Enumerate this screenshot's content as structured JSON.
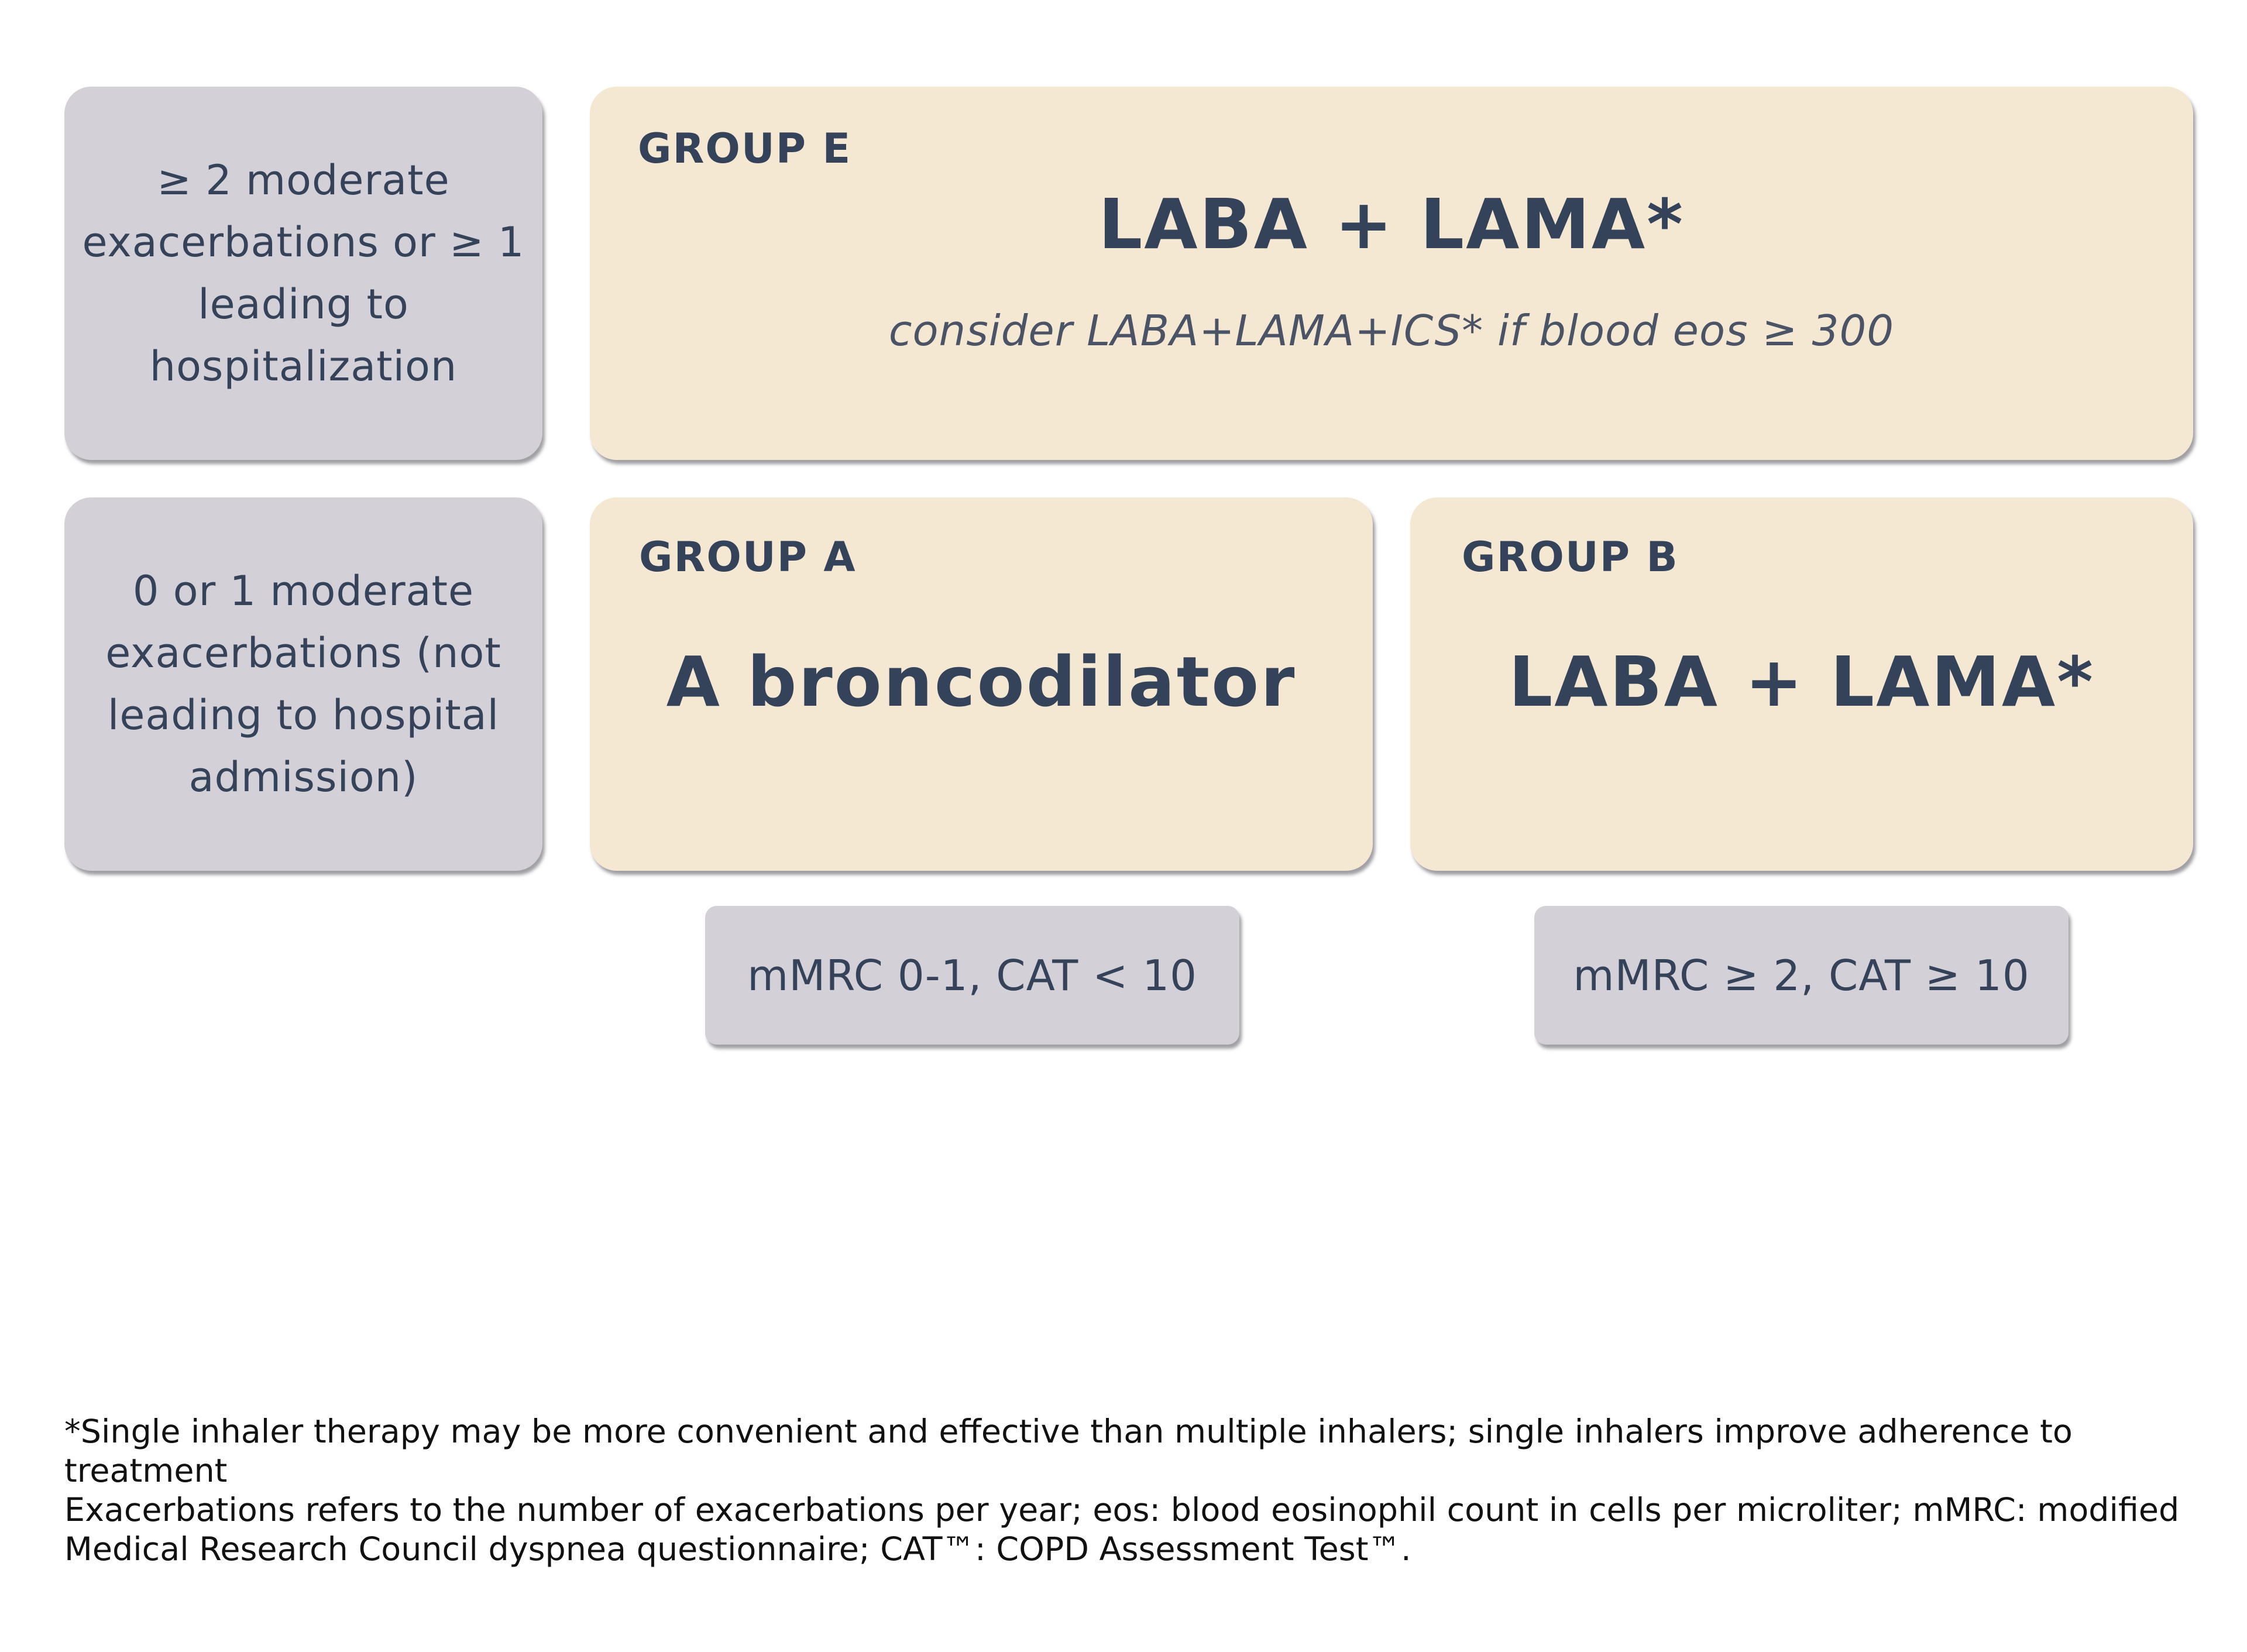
{
  "rows": {
    "high_exacerbation": "≥ 2 moderate exacerbations or ≥ 1 leading to hospitalization",
    "low_exacerbation": "0 or 1 moderate exacerbations (not leading to hospital admission)"
  },
  "groups": {
    "e": {
      "label": "GROUP E",
      "treatment": "LABA + LAMA*",
      "note": "consider LABA+LAMA+ICS* if blood eos ≥ 300"
    },
    "a": {
      "label": "GROUP A",
      "treatment": "A broncodilator"
    },
    "b": {
      "label": "GROUP B",
      "treatment": "LABA + LAMA*"
    }
  },
  "columns": {
    "low_symptoms": "mMRC 0-1, CAT < 10",
    "high_symptoms": "mMRC ≥ 2, CAT ≥ 10"
  },
  "footnotes": {
    "single_inhaler": "*Single inhaler therapy may be more convenient and effective than multiple inhalers; single inhalers improve adherence to treatment",
    "abbreviations": "Exacerbations refers to the number of exacerbations per year; eos: blood eosinophil count in cells per microliter; mMRC: modified Medical Research Council dyspnea questionnaire; CAT™: COPD Assessment Test™."
  },
  "colors": {
    "criteria_box": "#d3d1d7",
    "group_box": "#f5e8d2",
    "text": "#35435a"
  }
}
